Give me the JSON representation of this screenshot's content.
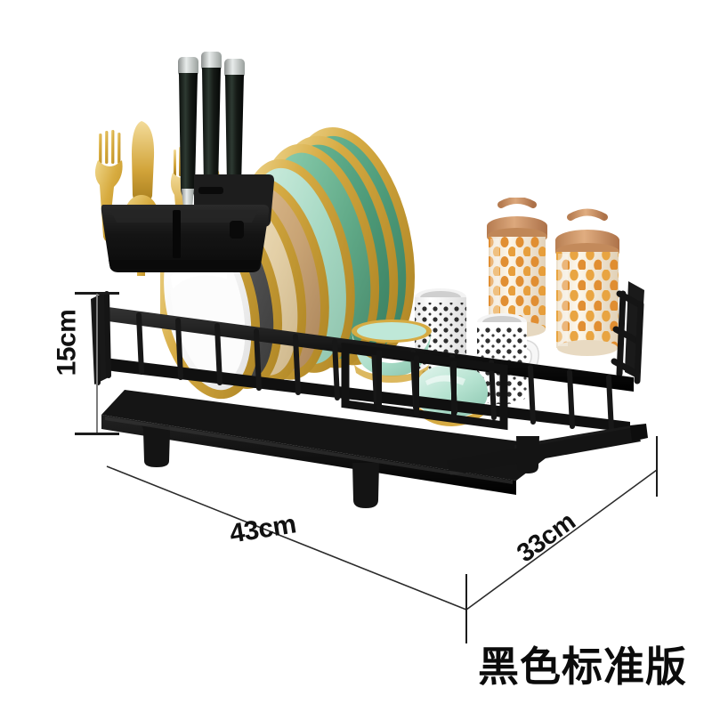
{
  "image": {
    "kind": "product-photo",
    "background_color": "#ffffff",
    "subject": "dish drying rack"
  },
  "caption": {
    "text": "黑色标准版",
    "color": "#0b0b0b"
  },
  "dimensions": {
    "height": {
      "label": "15cm",
      "value": 15,
      "unit": "cm",
      "orientation": "vertical"
    },
    "width": {
      "label": "43cm",
      "value": 43,
      "unit": "cm",
      "orientation": "horizontal-perspective"
    },
    "depth": {
      "label": "33cm",
      "value": 33,
      "unit": "cm",
      "orientation": "diagonal-perspective"
    },
    "line_color": "#7d7d7d",
    "tick_color": "#1c1c1c"
  },
  "product": {
    "frame_color": "#161616",
    "accent_gold": "#d2a63f",
    "parts": [
      {
        "name": "cutlery-caddy",
        "color": "#161616"
      },
      {
        "name": "wire-basket",
        "color": "#1a1a1a"
      },
      {
        "name": "drip-tray",
        "color": "#141414"
      },
      {
        "name": "drain-spout",
        "color": "#141414"
      },
      {
        "name": "tray-feet",
        "color": "#1a1a1a"
      }
    ]
  },
  "items": {
    "cutlery": {
      "gold_color": "#d6ad45",
      "pieces": [
        "fork",
        "fork",
        "knife",
        "spoon",
        "fork",
        "spoon",
        "knife"
      ]
    },
    "knives": {
      "count": 3,
      "handle_color": "#1b1f1c",
      "cap_color": "#cfd2d1"
    },
    "plates": [
      {
        "name": "plate-green-large",
        "face": "#4e9c7a",
        "rim": "#d2a63f"
      },
      {
        "name": "plate-green-2",
        "face": "#5aa585",
        "rim": "#d8b14f"
      },
      {
        "name": "plate-mint",
        "face": "#a9d9c5",
        "rim": "#d8b14f"
      },
      {
        "name": "plate-tan",
        "face": "#cfae7e",
        "rim": "#d8b14f"
      },
      {
        "name": "plate-beige",
        "face": "#e6d3ae",
        "rim": "#d8b14f"
      },
      {
        "name": "plate-gray",
        "face": "#565656",
        "rim": "#d2a63f"
      },
      {
        "name": "plate-white",
        "face": "#fbfbfb",
        "rim": "#d2a63f"
      }
    ],
    "bowls": [
      {
        "name": "bowl-mint-upper",
        "face": "#a9dcc8",
        "rim": "#d8b14f"
      },
      {
        "name": "bowl-mint-lower",
        "face": "#a9dcc8",
        "rim": "#d8b14f"
      },
      {
        "name": "bowl-mint-front",
        "face": "#bfe6d6",
        "rim": "#d8b14f"
      }
    ],
    "mugs": [
      {
        "name": "mug-dotted-left",
        "body": "#fdfdfd",
        "dots": "#1a1a1a"
      },
      {
        "name": "mug-dotted-right",
        "body": "#fdfdfd",
        "dots": "#1a1a1a"
      }
    ],
    "canisters": [
      {
        "name": "canister-left",
        "body": "#fbf0df",
        "dots": "#e08a2a",
        "lid": "#cf9565"
      },
      {
        "name": "canister-right",
        "body": "#fbf0df",
        "dots": "#e8a13a",
        "lid": "#cf9565"
      }
    ]
  }
}
